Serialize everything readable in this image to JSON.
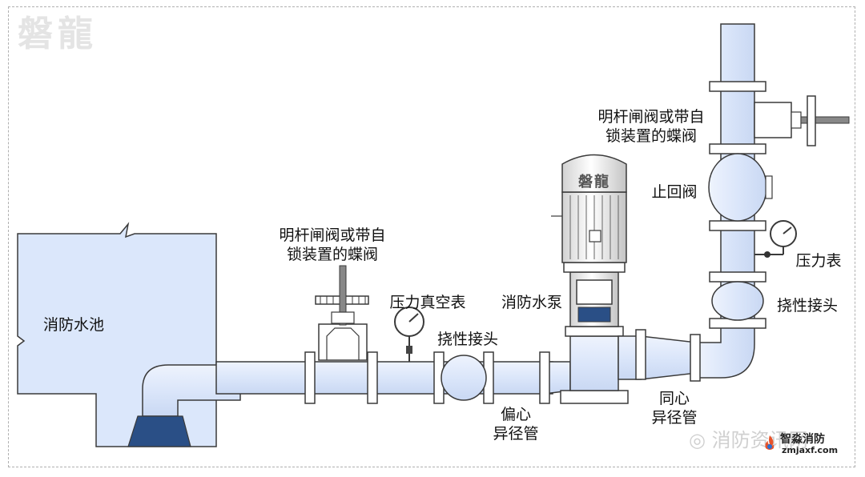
{
  "watermark": "磐龍",
  "labels": {
    "pool": "消防水池",
    "gate_valve_left_l1": "明杆闸阀或带自",
    "gate_valve_left_l2": "锁装置的蝶阀",
    "vacuum_gauge": "压力真空表",
    "flex_joint_left": "挠性接头",
    "pump": "消防水泵",
    "ecc_reducer_l1": "偏心",
    "ecc_reducer_l2": "异径管",
    "con_reducer_l1": "同心",
    "con_reducer_l2": "异径管",
    "gate_valve_right_l1": "明杆闸阀或带自",
    "gate_valve_right_l2": "锁装置的蝶阀",
    "check_valve": "止回阀",
    "pressure_gauge": "压力表",
    "flex_joint_right": "挠性接头",
    "motor_brand": "磐龍"
  },
  "footer": {
    "wechat_text": "消防资讯网",
    "badge_line1": "智淼消防",
    "badge_line2": "zmjaxf.com"
  },
  "colors": {
    "pipe_fill": "#dfe9fb",
    "pool_fill": "#dbe7fb",
    "outline": "#3a3a3a",
    "flange": "#ffffff"
  }
}
